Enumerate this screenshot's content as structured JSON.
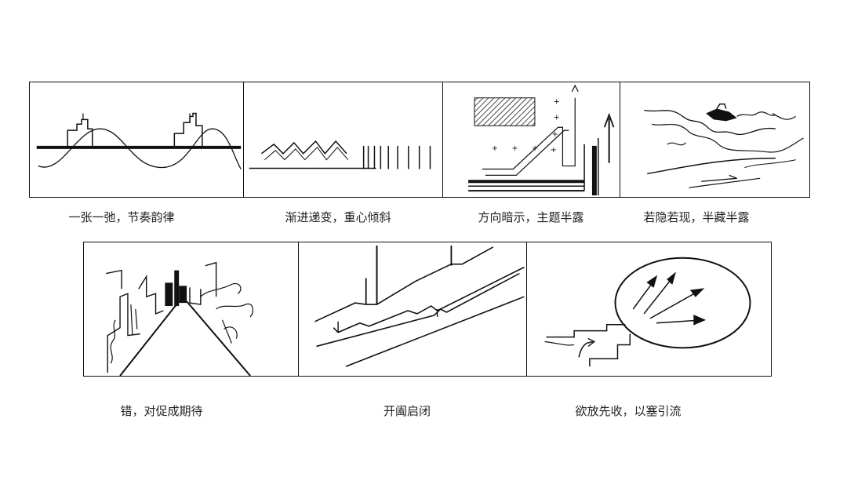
{
  "figure": {
    "top_row": [
      {
        "caption": "一张一弛，节奏韵律",
        "icon": "wave-rhythm-sketch"
      },
      {
        "caption": "渐进递变，重心倾斜",
        "icon": "gradual-change-sketch"
      },
      {
        "caption": "方向暗示，主题半露",
        "icon": "direction-hint-sketch"
      },
      {
        "caption": "若隐若现，半藏半露",
        "icon": "half-hidden-landscape-sketch"
      }
    ],
    "bottom_row": [
      {
        "caption": "错，对促成期待",
        "icon": "street-perspective-sketch"
      },
      {
        "caption": "开阖启闭",
        "icon": "open-close-path-sketch"
      },
      {
        "caption": "欲放先收，以塞引流",
        "icon": "compress-release-sketch"
      }
    ]
  }
}
